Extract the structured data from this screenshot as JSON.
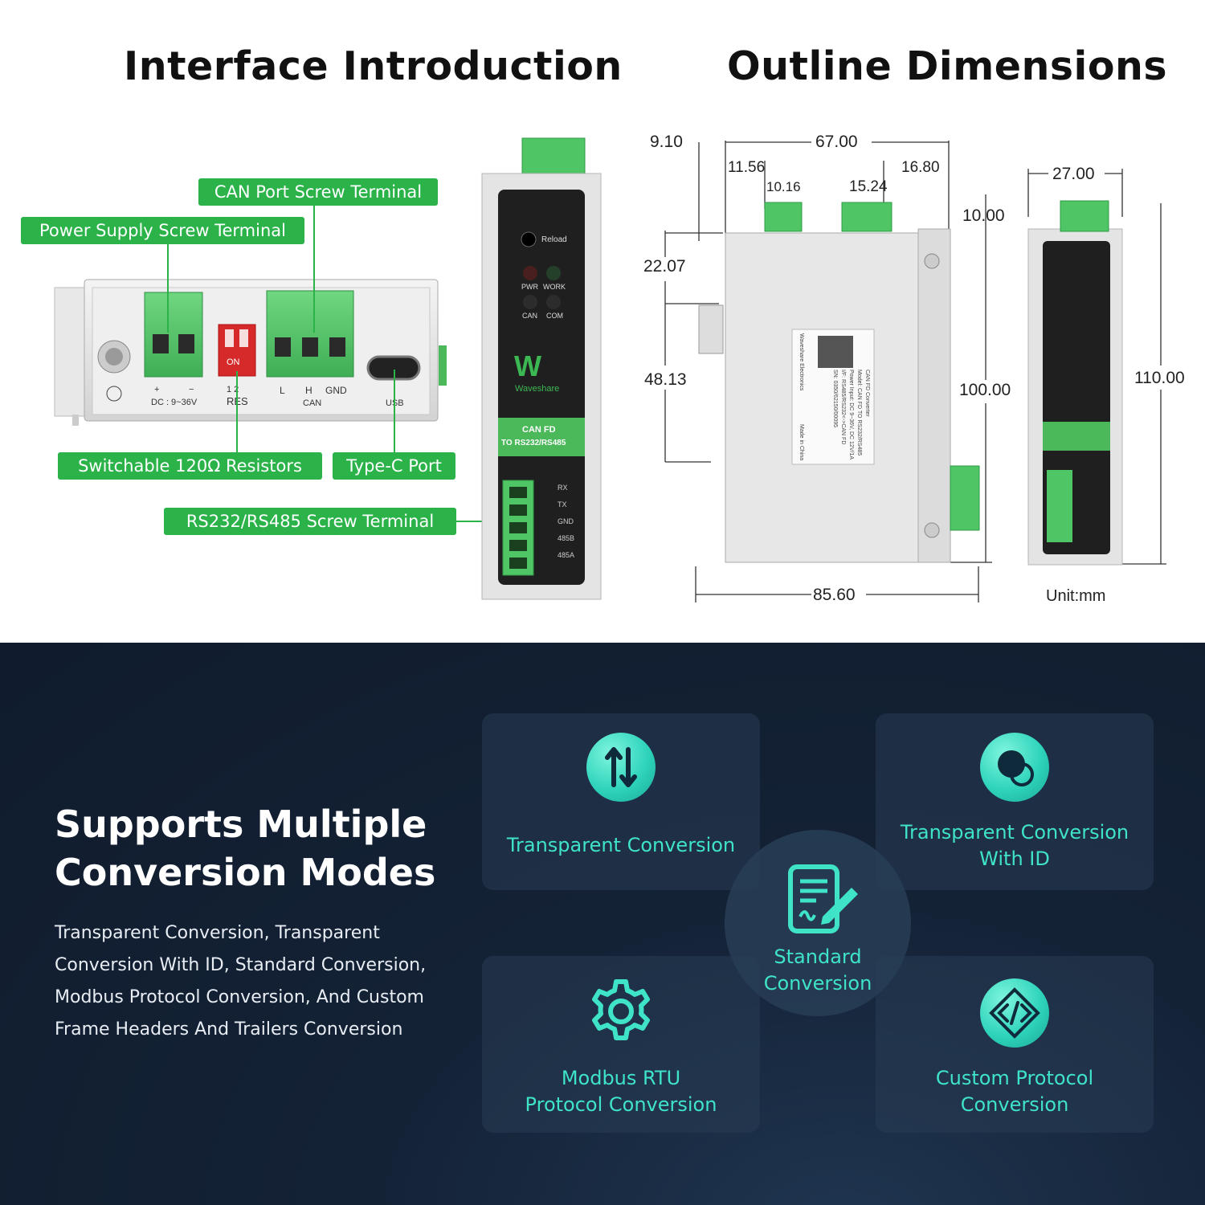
{
  "interface": {
    "title": "Interface Introduction",
    "callouts": {
      "can_port": "CAN Port Screw Terminal",
      "power_supply": "Power Supply Screw Terminal",
      "resistors": "Switchable 120Ω Resistors",
      "type_c": "Type-C Port",
      "rs_terminal": "RS232/RS485 Screw Terminal"
    },
    "side_view_labels": {
      "plus": "+",
      "minus": "−",
      "dc": "DC : 9~36V",
      "dip_top": "1 2",
      "dip_on": "ON",
      "res_nums": "1 2",
      "res": "RES",
      "l": "L",
      "h": "H",
      "gnd": "GND",
      "can": "CAN",
      "usb": "USB"
    },
    "front_view_labels": {
      "reload": "Reload",
      "pwr": "PWR",
      "work": "WORK",
      "can": "CAN",
      "com": "COM",
      "brand": "Waveshare",
      "model_line1": "CAN FD",
      "model_line2": "TO RS232/RS485",
      "rx": "RX",
      "tx": "TX",
      "gnd": "GND",
      "485b": "485B",
      "485a": "485A"
    }
  },
  "outline": {
    "title": "Outline Dimensions",
    "dims": {
      "d910": "9.10",
      "d6700": "67.00",
      "d1156": "11.56",
      "d1680": "16.80",
      "d1016": "10.16",
      "d1524": "15.24",
      "d1000": "10.00",
      "d2207": "22.07",
      "d4813": "48.13",
      "d10000": "100.00",
      "d8560": "85.60",
      "d2700": "27.00",
      "d11000": "110.00"
    },
    "unit": "Unit:mm",
    "label_text": [
      "CAN FD Converter",
      "Model: CAN FD TO RS232/RS485",
      "Power Input: DC 9~36V, DC 12V/1A",
      "I/F: RS485/RS232<->CAN FD",
      "SN: 0350/62150/00095",
      "Waveshare Electronics",
      "Made in China"
    ]
  },
  "modes": {
    "title_line1": "Supports Multiple",
    "title_line2": "Conversion Modes",
    "description": "Transparent Conversion, Transparent Conversion With ID, Standard Conversion, Modbus Protocol Conversion, And Custom Frame Headers And Trailers Conversion",
    "cards": [
      {
        "line1": "Transparent Conversion",
        "line2": "",
        "icon": "transparent-arrows-icon"
      },
      {
        "line1": "Transparent Conversion",
        "line2": "With ID",
        "icon": "overlapping-circles-icon"
      },
      {
        "line1": "Standard",
        "line2": "Conversion",
        "icon": "document-signature-icon"
      },
      {
        "line1": "Modbus RTU",
        "line2": "Protocol Conversion",
        "icon": "gear-icon"
      },
      {
        "line1": "Custom Protocol",
        "line2": "Conversion",
        "icon": "code-icon"
      }
    ]
  }
}
